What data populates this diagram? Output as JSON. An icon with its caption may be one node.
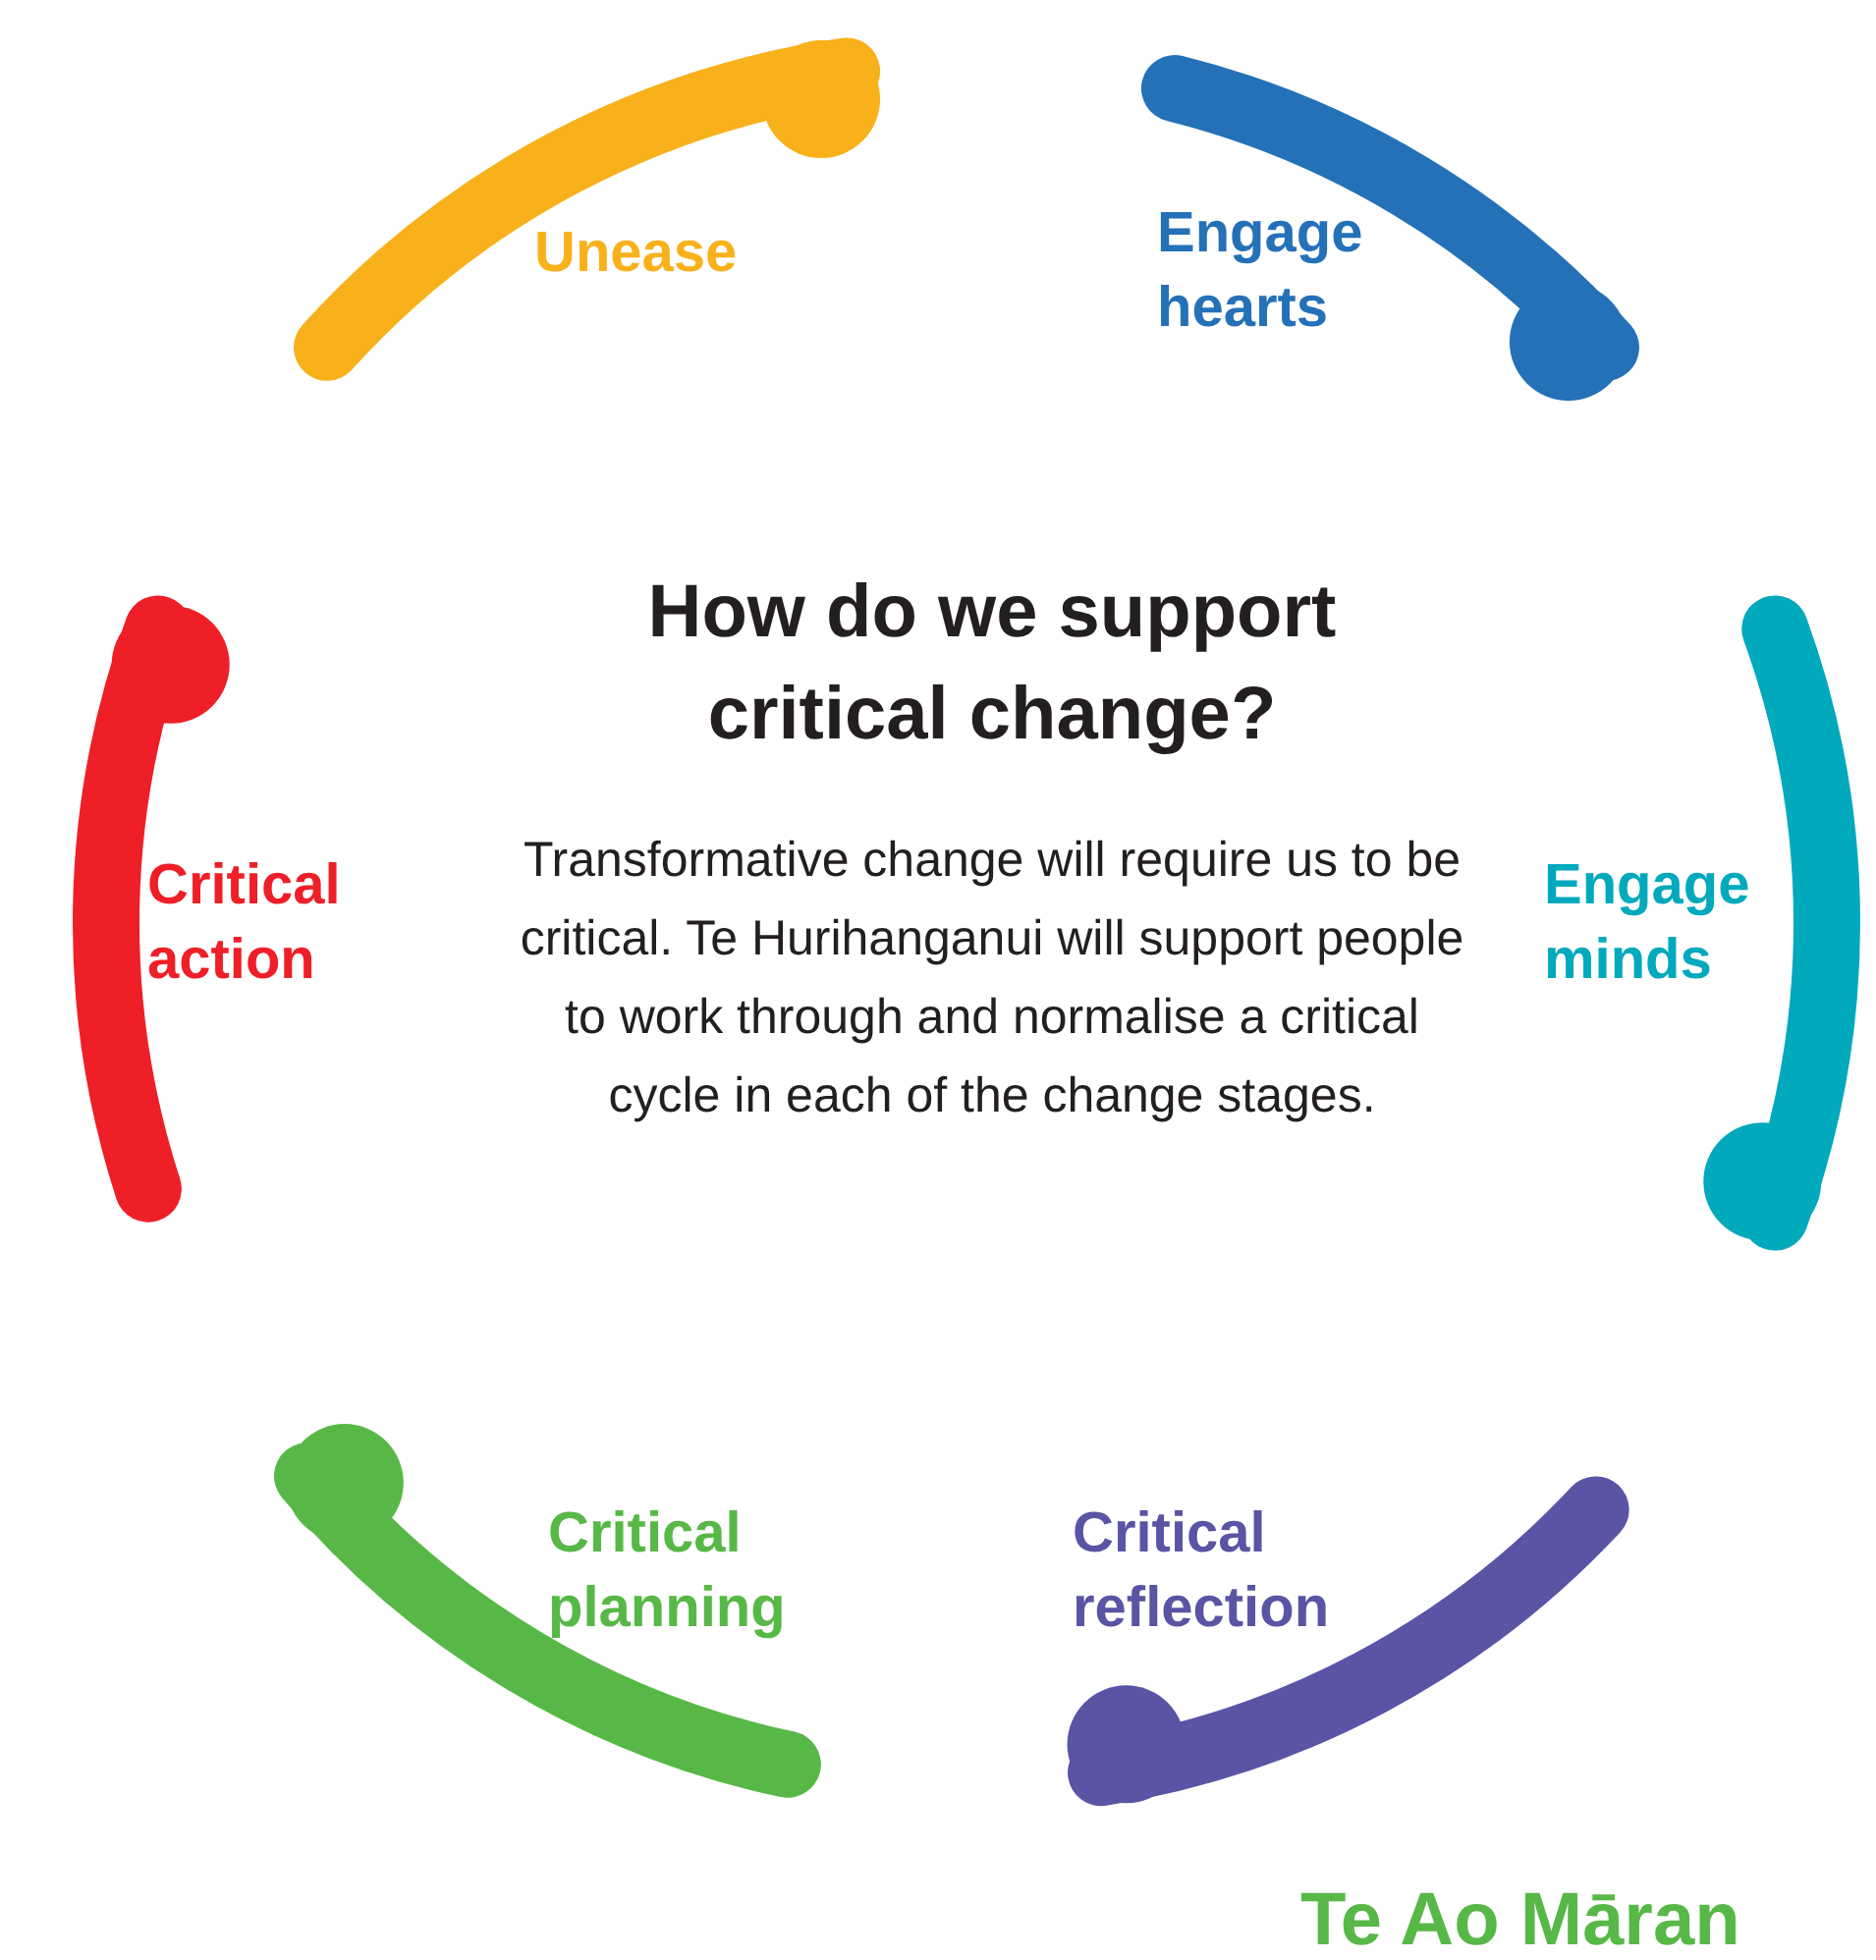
{
  "diagram": {
    "title": "How do we support critical change?",
    "nodes": [
      {
        "text": [
          "Unease"
        ]
      },
      {
        "text": [
          "Engage hearts"
        ]
      },
      {
        "text": [
          "Engage minds"
        ]
      },
      {
        "text": [
          "Critical reflection"
        ]
      },
      {
        "text": [
          "Critical planning"
        ]
      },
      {
        "text": [
          "Critical action"
        ]
      }
    ],
    "labels": [
      "Transformative change will require us to be critical. Te Hurihanganui will support people to work through and normalise a critical cycle in each of the change stages.",
      "Te Ao Māran"
    ]
  }
}
